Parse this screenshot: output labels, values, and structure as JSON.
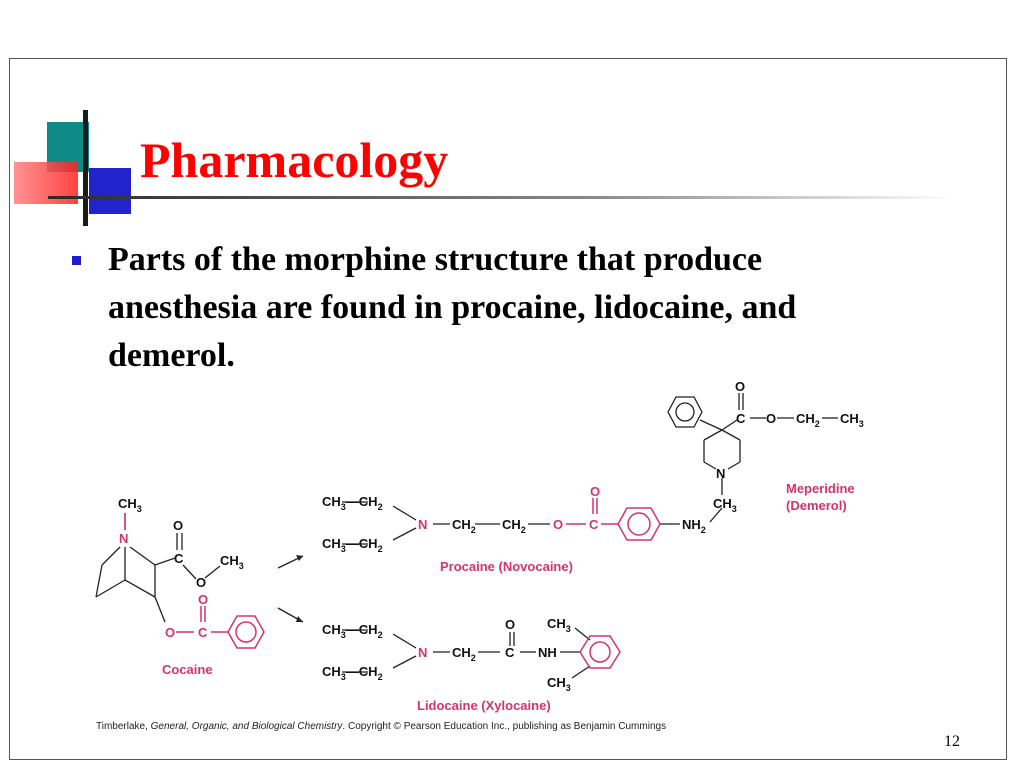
{
  "slide": {
    "title": "Pharmacology",
    "bullets": [
      "Parts of the morphine structure that produce anesthesia are found in procaine, lidocaine, and demerol."
    ],
    "page_number": "12"
  },
  "credit": {
    "prefix": "Timberlake, ",
    "book": "General, Organic, and Biological Chemistry",
    "suffix": ".  Copyright © Pearson Education Inc., publishing as Benjamin Cummings"
  },
  "figure": {
    "names": {
      "cocaine": "Cocaine",
      "procaine": "Procaine (Novocaine)",
      "lidocaine": "Lidocaine (Xylocaine)",
      "meperidine": "Meperidine",
      "demerol": "(Demerol)"
    }
  },
  "colors": {
    "title": "#ff0000",
    "bullet": "#1d1dcc",
    "highlight": "#d6336c",
    "teal": "#0f8a86",
    "blue": "#2323cc"
  }
}
